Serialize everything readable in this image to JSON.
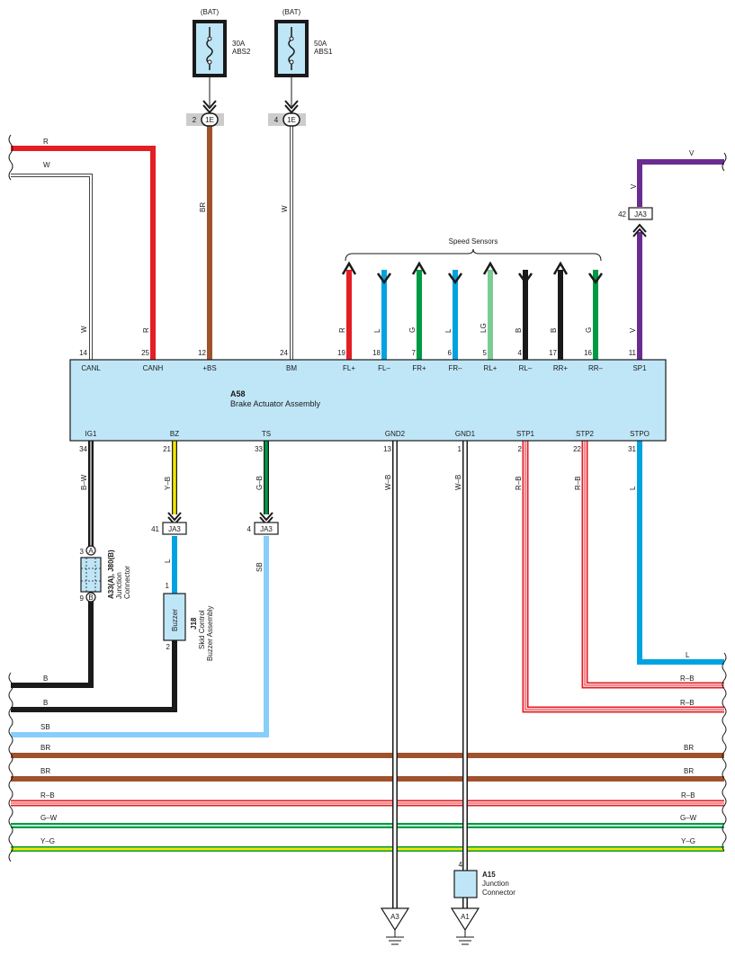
{
  "fuses": [
    {
      "source": "(BAT)",
      "amp": "30A",
      "name": "ABS2",
      "pin": "2",
      "conn": "1E",
      "wire": "BR"
    },
    {
      "source": "(BAT)",
      "amp": "50A",
      "name": "ABS1",
      "pin": "4",
      "conn": "1E",
      "wire": "W"
    }
  ],
  "module": {
    "id": "A58",
    "name": "Brake Actuator Assembly"
  },
  "speed_sensors_label": "Speed Sensors",
  "top_pins": [
    {
      "name": "CANL",
      "num": "14",
      "wire": "W"
    },
    {
      "name": "CANH",
      "num": "25",
      "wire": "R"
    },
    {
      "name": "+BS",
      "num": "12",
      "wire": ""
    },
    {
      "name": "BM",
      "num": "24",
      "wire": ""
    },
    {
      "name": "FL+",
      "num": "19",
      "wire": "R"
    },
    {
      "name": "FL–",
      "num": "18",
      "wire": "L"
    },
    {
      "name": "FR+",
      "num": "7",
      "wire": "G"
    },
    {
      "name": "FR–",
      "num": "6",
      "wire": "L"
    },
    {
      "name": "RL+",
      "num": "5",
      "wire": "LG"
    },
    {
      "name": "RL–",
      "num": "4",
      "wire": "B"
    },
    {
      "name": "RR+",
      "num": "17",
      "wire": "B"
    },
    {
      "name": "RR–",
      "num": "16",
      "wire": "G"
    },
    {
      "name": "SP1",
      "num": "11",
      "wire": "V"
    }
  ],
  "bottom_pins": [
    {
      "name": "IG1",
      "num": "34",
      "wire": "B–W"
    },
    {
      "name": "BZ",
      "num": "21",
      "wire": "Y–B"
    },
    {
      "name": "TS",
      "num": "33",
      "wire": "G–B"
    },
    {
      "name": "GND2",
      "num": "13",
      "wire": "W–B"
    },
    {
      "name": "GND1",
      "num": "1",
      "wire": "W–B"
    },
    {
      "name": "STP1",
      "num": "2",
      "wire": "R–B"
    },
    {
      "name": "STP2",
      "num": "22",
      "wire": "R–B"
    },
    {
      "name": "STPO",
      "num": "31",
      "wire": "L"
    }
  ],
  "left_top_wires": [
    "R",
    "W"
  ],
  "sp1_upper": {
    "wire": "V",
    "num": "42",
    "conn": "JA3",
    "out": "V"
  },
  "ja3_bz": {
    "num": "41",
    "conn": "JA3",
    "after": "L"
  },
  "ja3_ts": {
    "num": "4",
    "conn": "JA3",
    "after": "SB"
  },
  "junction_a33": {
    "top_num": "3",
    "top_letter": "A",
    "bot_num": "9",
    "bot_letter": "B",
    "id": "A33(A), J80(B)",
    "line1": "Junction",
    "line2": "Connector"
  },
  "buzzer": {
    "top_num": "1",
    "bot_num": "2",
    "label": "Buzzer",
    "id": "J18",
    "line1": "Skid Control",
    "line2": "Buzzer Assembly"
  },
  "a15": {
    "num": "4",
    "id": "A15",
    "line1": "Junction",
    "line2": "Connector"
  },
  "grounds": [
    "A3",
    "A1"
  ],
  "right_labels": [
    "L",
    "R–B",
    "R–B"
  ],
  "left_bus_labels": [
    "B",
    "B",
    "SB"
  ],
  "bus_lines": [
    {
      "label": "BR"
    },
    {
      "label": "BR"
    },
    {
      "label": "R–B"
    },
    {
      "label": "G–W"
    },
    {
      "label": "Y–G"
    }
  ],
  "colors": {
    "R": "#e31e24",
    "BR": "#a0522d",
    "B": "#1a1a1a",
    "L": "#00a3e0",
    "SB": "#87cefa",
    "G": "#009a44",
    "LG": "#7ccb95",
    "V": "#6a2c91",
    "Y": "#f3e600",
    "module_fill": "#bfe6f7",
    "white_wire": "#ffffff"
  }
}
